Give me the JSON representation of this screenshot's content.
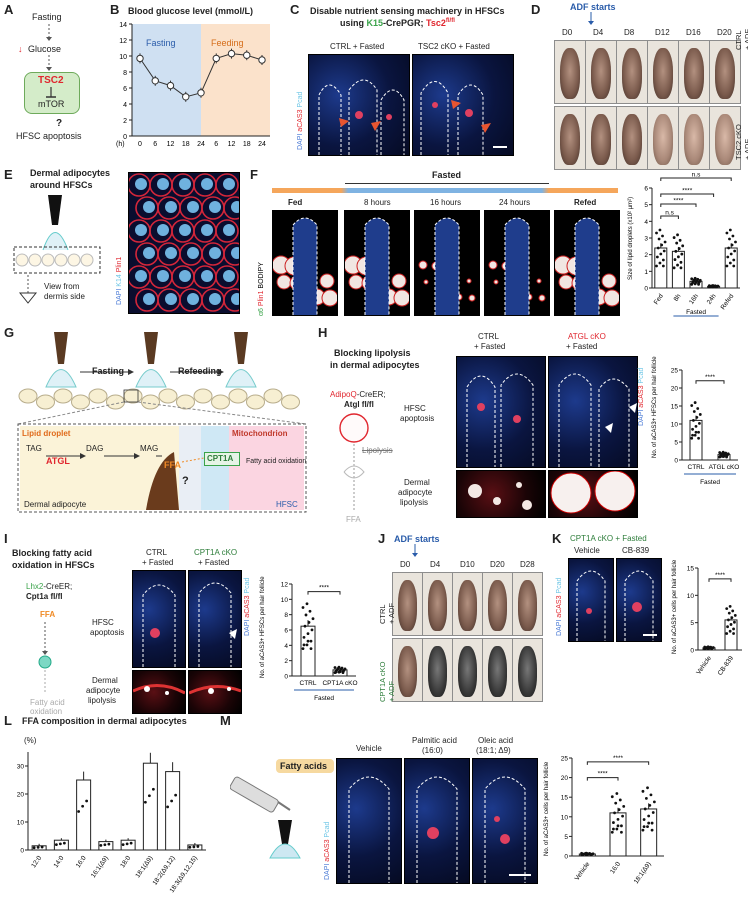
{
  "panel_letters": {
    "A": "A",
    "B": "B",
    "C": "C",
    "D": "D",
    "E": "E",
    "F": "F",
    "G": "G",
    "H": "H",
    "I": "I",
    "J": "J",
    "K": "K",
    "L": "L",
    "M": "M"
  },
  "panelA": {
    "fasting": "Fasting",
    "glucose": "Glucose",
    "tsc2": "TSC2",
    "mtor": "mTOR",
    "question": "?",
    "apoptosis": "HFSC apoptosis"
  },
  "panelB": {
    "title": "Blood glucose level (mmol/L)",
    "fasting": "Fasting",
    "feeding": "Feeding",
    "h_label": "(h)",
    "x_ticks": [
      "0",
      "6",
      "12",
      "18",
      "24",
      "6",
      "12",
      "18",
      "24"
    ],
    "y_ticks": [
      "0",
      "2",
      "4",
      "6",
      "8",
      "10",
      "12",
      "14"
    ]
  },
  "panelC": {
    "title": "Disable nutrient sensing machinery in HFSCs",
    "subtitle_prefix": "using ",
    "k15": "K15",
    "subtitle_mid": "-CrePGR; ",
    "tsc2": "Tsc2",
    "tsc2_sup": "fl/fl",
    "ctrl": "CTRL + Fasted",
    "cko": "TSC2 cKO + Fasted",
    "ylabel_dapi": "DAPI",
    "ylabel_acas3": "aCAS3",
    "ylabel_pcad": "Pcad"
  },
  "panelD": {
    "adf": "ADF starts",
    "days": [
      "D0",
      "D4",
      "D8",
      "D12",
      "D16",
      "D20"
    ],
    "row1": "CTRL\n+ ADF",
    "row2": "TSC2 cKO\n+ ADF"
  },
  "panelE": {
    "title": "Dermal adipocytes",
    "title2": "around HFSCs",
    "view1": "View from",
    "view2": "dermis side",
    "ylabel_dapi": "DAPI",
    "ylabel_k14": "K14",
    "ylabel_plin1": "Plin1"
  },
  "panelF": {
    "fed": "Fed",
    "fasted": "Fasted",
    "h8": "8 hours",
    "h16": "16 hours",
    "h24": "24 hours",
    "refed": "Refed",
    "ylabel": "Size of lipid droplets (x10² μm²)",
    "ylabel_a6": "α6",
    "ylabel_plin1": "Plin1",
    "ylabel_bodipy": "BODIPY",
    "x_labels": [
      "Fed",
      "8h",
      "16h",
      "24h",
      "Refed"
    ],
    "fasted_bracket": "Fasted",
    "sig_ns1": "n.s",
    "sig_s1": "****",
    "sig_s2": "****",
    "sig_ns2": "n.s",
    "y_ticks": [
      "0",
      "1",
      "2",
      "3",
      "4",
      "5",
      "6"
    ]
  },
  "panelG": {
    "fasting": "Fasting",
    "refeeding": "Refeeding",
    "lipid_droplet": "Lipid droplet",
    "mitochondrion": "Mitochondrion",
    "tag": "TAG",
    "dag": "DAG",
    "mag": "MAG",
    "atgl": "ATGL",
    "ffa": "FFA",
    "cpt1a": "CPT1A",
    "fao": "Fatty acid oxidation",
    "adipocyte": "Dermal adipocyte",
    "hfsc": "HFSC",
    "question": "?"
  },
  "panelH": {
    "title": "Blocking lipolysis",
    "title2": "in dermal adipocytes",
    "adipoq": "AdipoQ",
    "creer": "-CreER;",
    "atg": "Atgl",
    "atg_sup": "fl/fl",
    "lipolysis": "Lipolysis",
    "ffa": "FFA",
    "ctrl": "CTRL",
    "ctrl2": "+ Fasted",
    "cko": "ATGL cKO",
    "cko2": "+ Fasted",
    "row1": "HFSC",
    "row1b": "apoptosis",
    "row2": "Dermal",
    "row2b": "adipocyte",
    "row2c": "lipolysis",
    "ylabel": "No. of aCAS3+ HFSCs per hair follicle",
    "x_labels": [
      "CTRL",
      "ATGL cKO"
    ],
    "fasted": "Fasted",
    "sig": "****",
    "y_ticks": [
      "0",
      "5",
      "10",
      "15",
      "20",
      "25"
    ]
  },
  "panelI": {
    "title": "Blocking fatty acid",
    "title2": "oxidation in HFSCs",
    "lhx2": "Lhx2",
    "creer": "-CreER;",
    "cpt1a": "Cpt1a",
    "cpt1a_sup": "fl/fl",
    "ffa": "FFA",
    "fao": "Fatty acid",
    "fao2": "oxidation",
    "ctrl": "CTRL",
    "ctrl2": "+ Fasted",
    "cko": "CPT1A cKO",
    "cko2": "+ Fasted",
    "row1": "HFSC",
    "row1b": "apoptosis",
    "row2": "Dermal",
    "row2b": "adipocyte",
    "row2c": "lipolysis",
    "ylabel": "No. of aCAS3+ HFSCs per hair follicle",
    "x_labels": [
      "CTRL",
      "CPT1A cKO"
    ],
    "fasted": "Fasted",
    "sig": "****",
    "y_ticks": [
      "0",
      "2",
      "4",
      "6",
      "8",
      "10",
      "12"
    ]
  },
  "panelJ": {
    "adf": "ADF starts",
    "days": [
      "D0",
      "D4",
      "D10",
      "D20",
      "D28"
    ],
    "row1": "CTRL\n+ ADF",
    "row2": "CPT1A cKO\n+ ADF"
  },
  "panelK": {
    "title": "CPT1A cKO + Fasted",
    "vehicle": "Vehicle",
    "cb": "CB-839",
    "ylabel": "No. of aCAS3+ cells per hair follicle",
    "x_labels": [
      "Vehicle",
      "CB-839"
    ],
    "sig": "****",
    "y_ticks": [
      "0",
      "5",
      "10",
      "15"
    ]
  },
  "panelL": {
    "title": "FFA composition in dermal adipocytes",
    "unit": "(%)",
    "y_ticks": [
      "0",
      "10",
      "20",
      "30"
    ]
  },
  "panelM": {
    "fatty": "Fatty acids",
    "vehicle": "Vehicle",
    "palmitic": "Palmitic acid",
    "palmitic2": "(16:0)",
    "oleic": "Oleic acid",
    "oleic2": "(18:1; Δ9)",
    "ylabel": "No. of aCAS3+ cells per hair follicle",
    "x_labels": [
      "Vehicle",
      "16:0",
      "18:1(Δ9)"
    ],
    "sig1": "****",
    "sig2": "****",
    "y_ticks": [
      "0",
      "5",
      "10",
      "15",
      "20",
      "25"
    ]
  },
  "chart_data": [
    {
      "type": "line",
      "panel": "B",
      "title": "Blood glucose level (mmol/L)",
      "x": [
        "0",
        "6",
        "12",
        "18",
        "24",
        "6",
        "12",
        "18",
        "24"
      ],
      "series": [
        {
          "values": [
            9.7,
            6.9,
            6.3,
            4.9,
            5.4,
            9.7,
            10.3,
            10.1,
            9.5
          ]
        }
      ],
      "ylim": [
        0,
        14
      ]
    },
    {
      "type": "bar",
      "panel": "F",
      "categories": [
        "Fed",
        "8h",
        "16h",
        "24h",
        "Refed"
      ],
      "values": [
        2.4,
        2.2,
        0.4,
        0.1,
        2.4
      ],
      "ylim": [
        0,
        6
      ]
    },
    {
      "type": "bar",
      "panel": "H",
      "categories": [
        "CTRL",
        "ATGL cKO"
      ],
      "values": [
        11,
        1.5
      ],
      "ylim": [
        0,
        25
      ]
    },
    {
      "type": "bar",
      "panel": "I",
      "categories": [
        "CTRL",
        "CPT1A cKO"
      ],
      "values": [
        6.5,
        0.8
      ],
      "ylim": [
        0,
        12
      ]
    },
    {
      "type": "bar",
      "panel": "K",
      "categories": [
        "Vehicle",
        "CB-839"
      ],
      "values": [
        0.4,
        5.5
      ],
      "ylim": [
        0,
        15
      ]
    },
    {
      "type": "bar",
      "panel": "L",
      "title": "FFA composition in dermal adipocytes",
      "categories": [
        "12:0",
        "14:0",
        "16:0",
        "16:1(Δ9)",
        "18:0",
        "18:1(Δ9)",
        "18:2(Δ9,12)",
        "18:3(Δ9,12,15)"
      ],
      "values": [
        1.5,
        3.5,
        25,
        3,
        3.5,
        31,
        28,
        1.8
      ],
      "ylim": [
        0,
        35
      ]
    },
    {
      "type": "bar",
      "panel": "M",
      "categories": [
        "Vehicle",
        "16:0",
        "18:1(Δ9)"
      ],
      "values": [
        0.5,
        11,
        12
      ],
      "ylim": [
        0,
        25
      ]
    }
  ],
  "colors": {
    "red": "#e0262e",
    "blue": "#3a7bd5",
    "green": "#3aa34a",
    "orange": "#f08a24",
    "fastbg": "#cfe0f2",
    "feedbg": "#fbe2cb"
  }
}
